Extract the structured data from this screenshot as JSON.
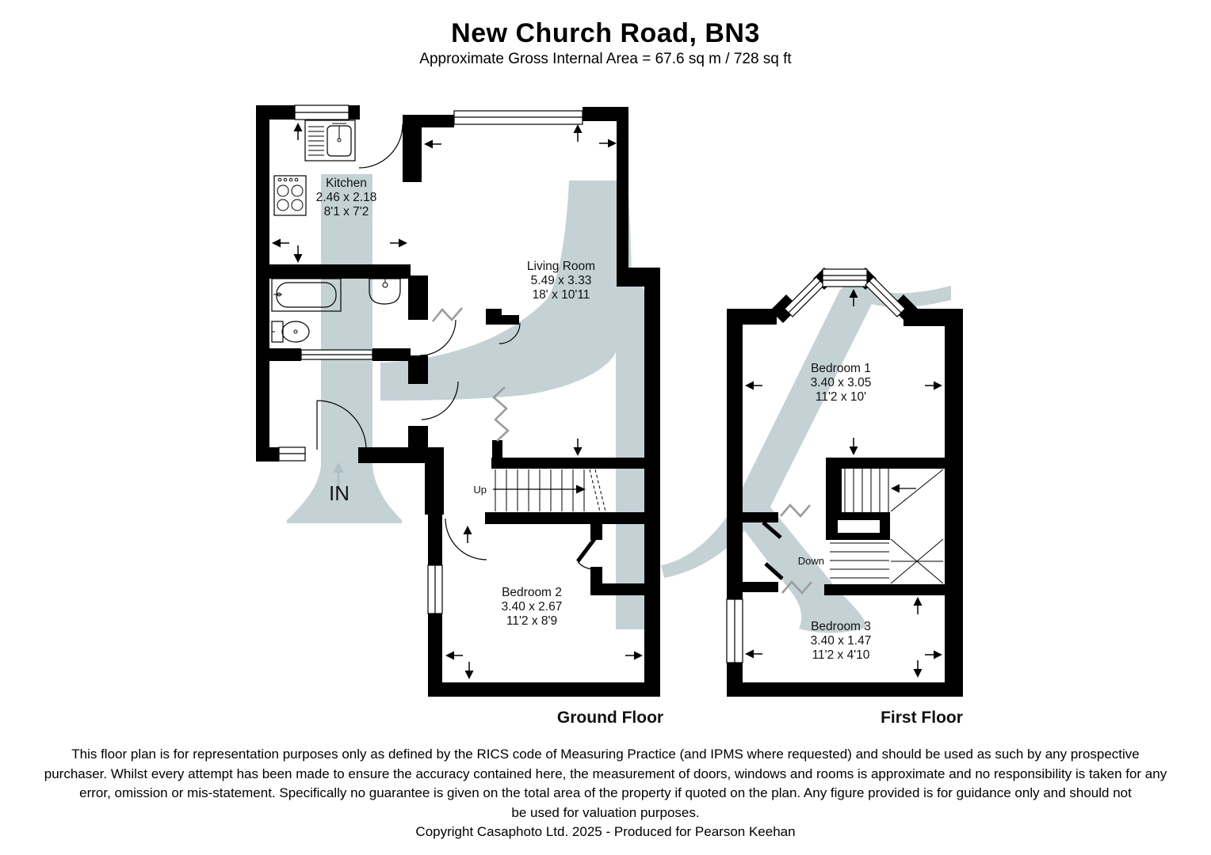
{
  "header": {
    "title": "New Church Road, BN3",
    "subtitle": "Approximate Gross Internal Area = 67.6 sq m / 728 sq ft"
  },
  "floors": {
    "ground": {
      "label": "Ground Floor"
    },
    "first": {
      "label": "First Floor"
    }
  },
  "rooms": {
    "kitchen": {
      "name": "Kitchen",
      "metric": "2.46 x 2.18",
      "imperial": "8'1 x 7'2"
    },
    "living_room": {
      "name": "Living Room",
      "metric": "5.49 x 3.33",
      "imperial": "18' x 10'11"
    },
    "bedroom_1": {
      "name": "Bedroom 1",
      "metric": "3.40 x 3.05",
      "imperial": "11'2 x 10'"
    },
    "bedroom_2": {
      "name": "Bedroom 2",
      "metric": "3.40 x 2.67",
      "imperial": "11'2 x 8'9"
    },
    "bedroom_3": {
      "name": "Bedroom 3",
      "metric": "3.40 x 1.47",
      "imperial": "11'2 x 4'10"
    }
  },
  "annotations": {
    "entrance": "IN",
    "stairs_up": "Up",
    "stairs_down": "Down"
  },
  "footer": {
    "disclaimer_lines": [
      "This floor plan is for representation purposes only as defined by the RICS code of Measuring Practice (and IPMS where requested) and should be used as such by any prospective",
      "purchaser. Whilst every attempt has been made to ensure the accuracy contained here, the measurement of doors, windows and rooms is approximate and no responsibility is taken for any",
      "error, omission or mis-statement. Specifically no guarantee is given on the total area of the property if quoted on the plan. Any figure provided is for guidance only and should not",
      "be used for valuation purposes."
    ],
    "copyright": "Copyright Casaphoto Ltd. 2025 - Produced for Pearson Keehan"
  },
  "colors": {
    "walls": "#000000",
    "watermark": "#c4d2d6",
    "zigzag": "#9c9c9c",
    "entrance_arrow": "#aec0c4"
  }
}
